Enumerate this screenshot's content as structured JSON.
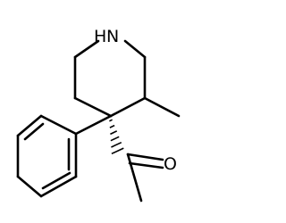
{
  "structure": {
    "atoms": {
      "nitrogen_H": "H",
      "nitrogen": "N",
      "oxygen": "O"
    },
    "colors": {
      "bond": "#000000",
      "label": "#000000",
      "background": "#ffffff"
    }
  }
}
